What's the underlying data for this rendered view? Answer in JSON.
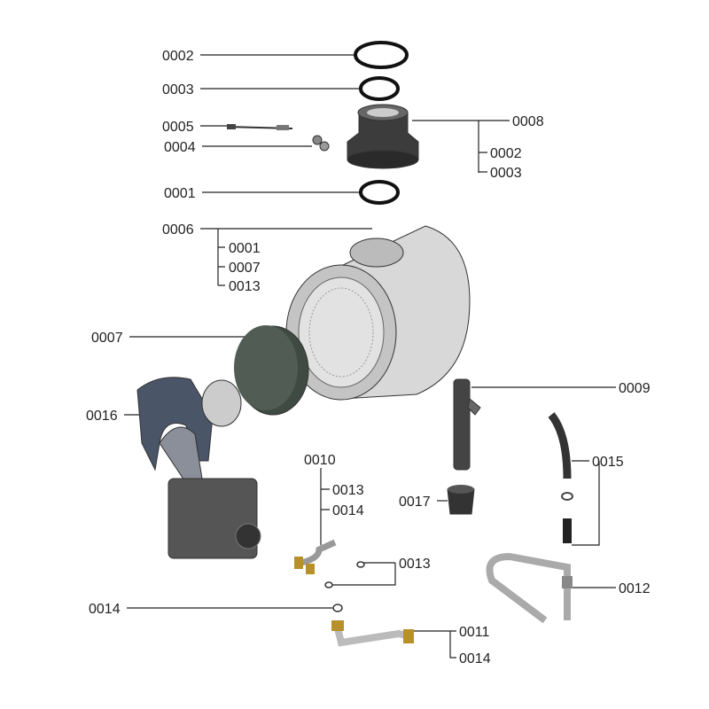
{
  "diagram": {
    "title": "Exploded parts view",
    "labels": {
      "l0002": "0002",
      "l0003": "0003",
      "l0005": "0005",
      "l0004": "0004",
      "l0001": "0001",
      "l0008": "0008",
      "l0008_sub1": "0002",
      "l0008_sub2": "0003",
      "l0006": "0006",
      "l0006_sub1": "0001",
      "l0006_sub2": "0007",
      "l0006_sub3": "0013",
      "l0007": "0007",
      "l0016": "0016",
      "l0009": "0009",
      "l0015": "0015",
      "l0017": "0017",
      "l0010": "0010",
      "l0010_sub1": "0013",
      "l0010_sub2": "0014",
      "l0013": "0013",
      "l0012": "0012",
      "l0014": "0014",
      "l0011": "0011",
      "l0011_sub1": "0014"
    }
  }
}
